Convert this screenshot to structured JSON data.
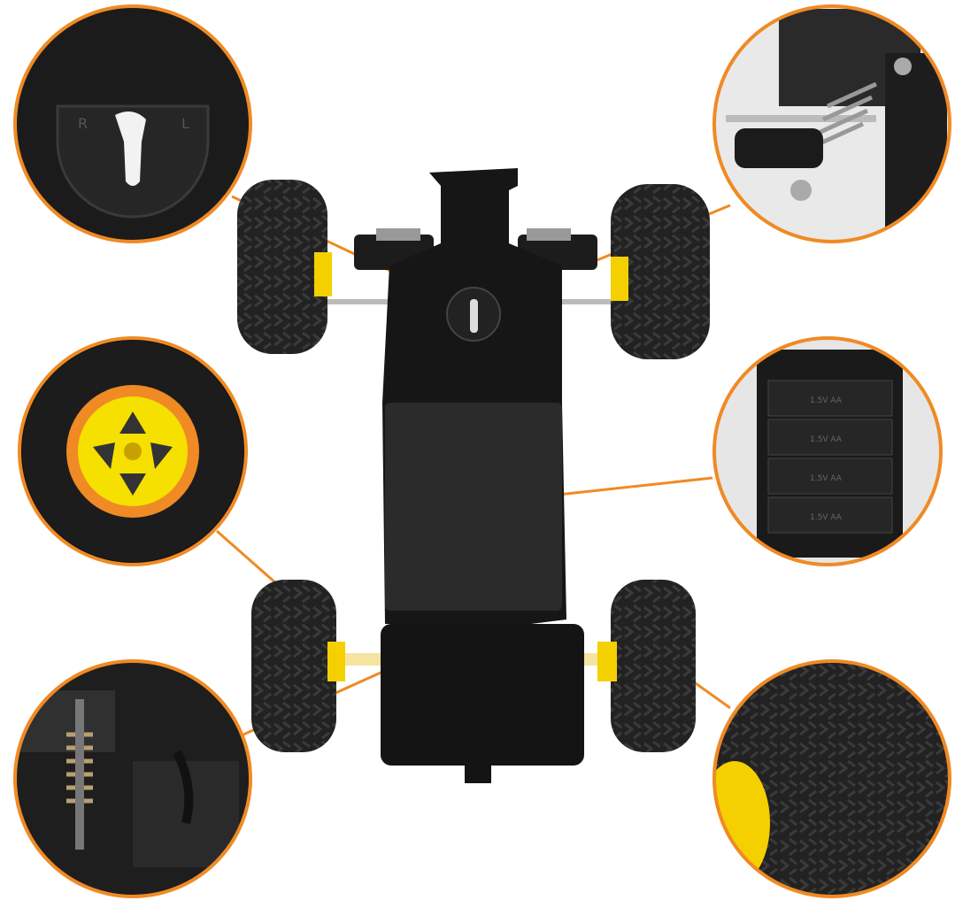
{
  "colors": {
    "accent": "#f08a24",
    "chassis": "#1a1a1a",
    "rim": "#f5d000",
    "background": "#ffffff"
  },
  "trim_dial": {
    "left_mark": "R",
    "right_mark": "L"
  },
  "battery": {
    "cell_label": "1.5V AA"
  }
}
